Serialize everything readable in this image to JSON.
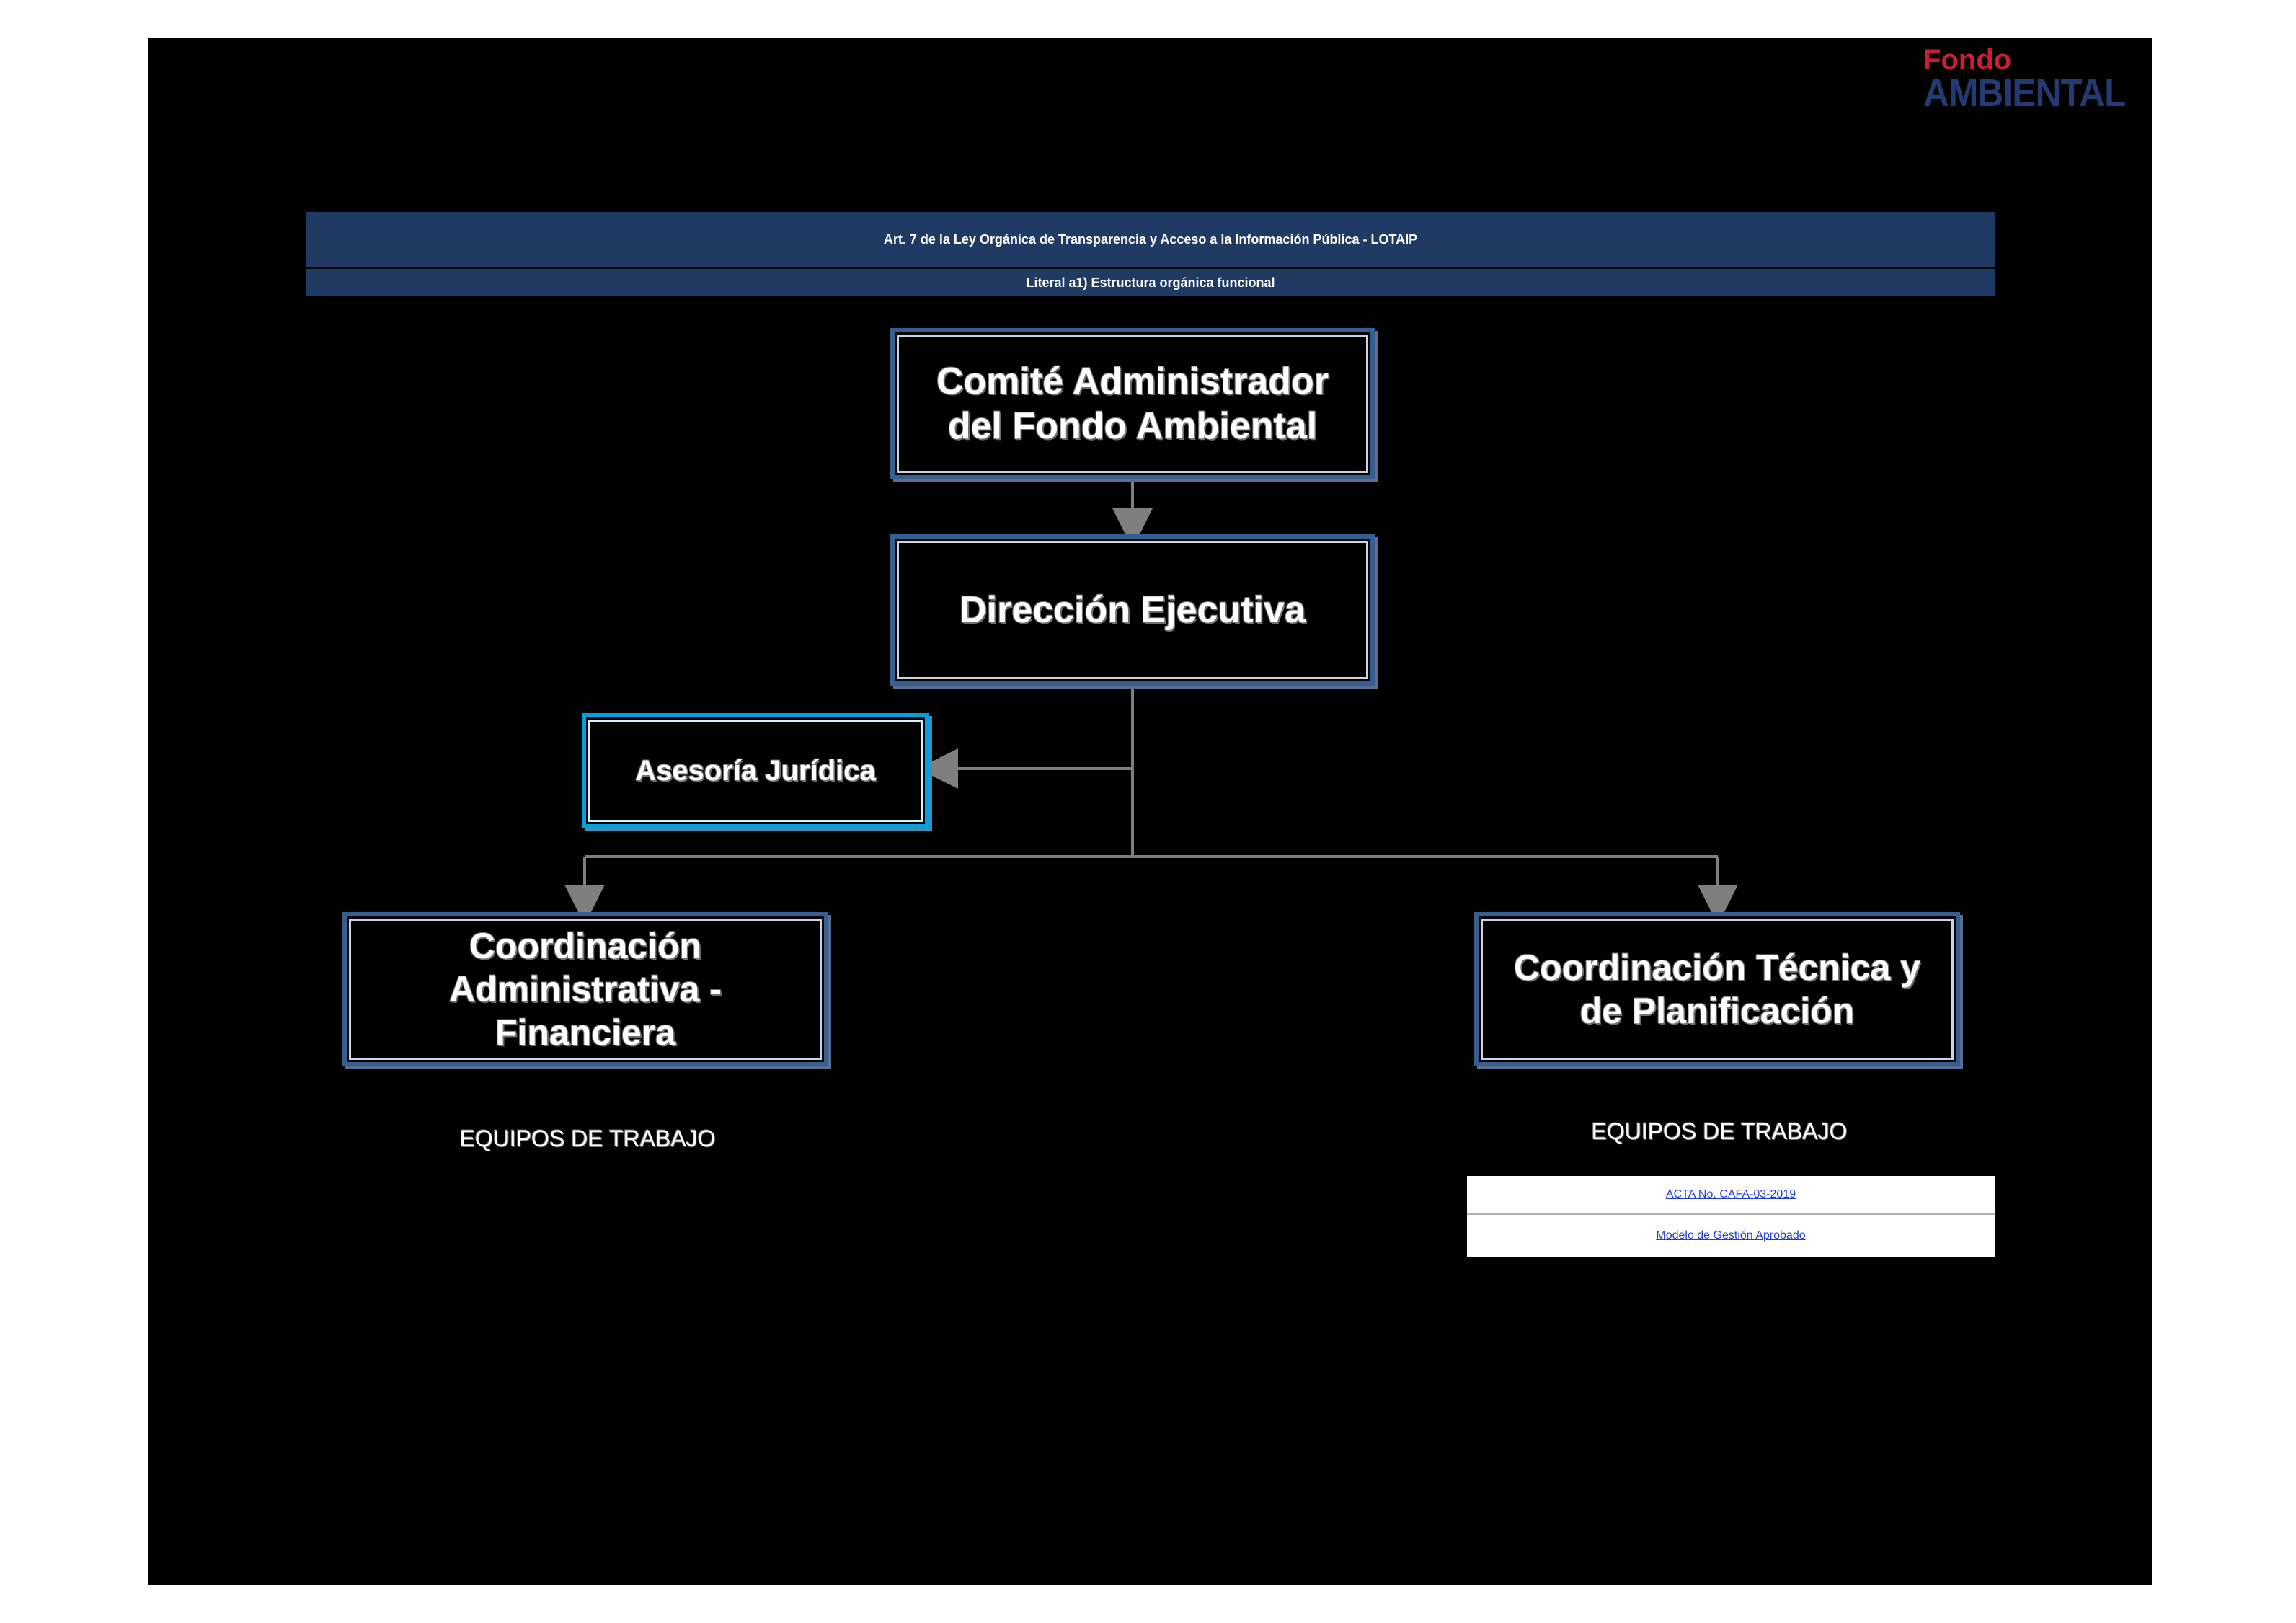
{
  "logo": {
    "top": "Fondo",
    "bottom": "AMBIENTAL"
  },
  "header": {
    "line1": "Art. 7 de la Ley Orgánica de Transparencia y Acceso a la Información Pública - LOTAIP",
    "line2": "Literal a1) Estructura orgánica funcional"
  },
  "org": {
    "comite": [
      "Comité Administrador",
      "del Fondo Ambiental"
    ],
    "direccion": "Dirección Ejecutiva",
    "asesoria": "Asesoría Jurídica",
    "admin": [
      "Coordinación",
      "Administrativa -",
      "Financiera"
    ],
    "tecnica": [
      "Coordinación Técnica y",
      "de Planificación"
    ]
  },
  "equipos": {
    "left": "EQUIPOS DE TRABAJO",
    "right": "EQUIPOS DE TRABAJO"
  },
  "links": {
    "acta": "ACTA No. CAFA-03-2019",
    "modelo": "Modelo de Gestión Aprobado"
  },
  "email": "  "
}
